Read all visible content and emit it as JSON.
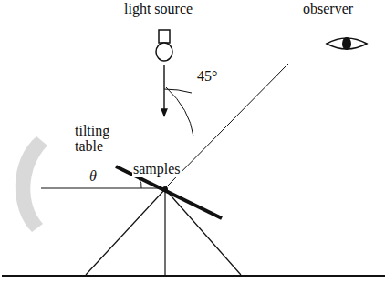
{
  "diagram": {
    "labels": [
      "light source",
      "observer",
      "45°",
      "tilting table",
      "samples",
      "θ"
    ]
  }
}
